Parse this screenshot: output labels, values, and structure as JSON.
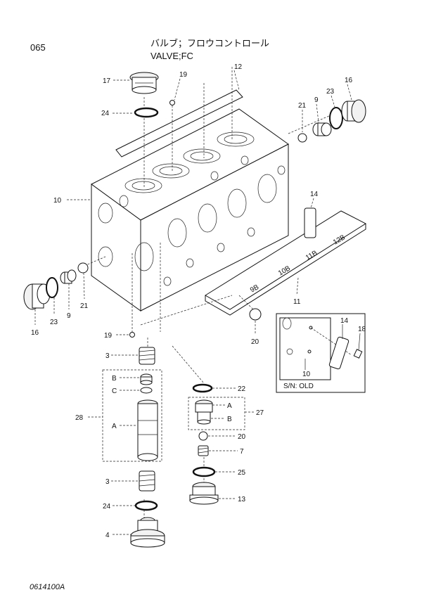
{
  "header": {
    "page_code": "065",
    "title_jp": "バルブ；フロウコントロール",
    "title_en": "VALVE;FC"
  },
  "footer": {
    "drawing_no": "0614100A"
  },
  "inset": {
    "caption": "S/N: OLD"
  },
  "labels": {
    "p17": "17",
    "p19a": "19",
    "p12": "12",
    "p24a": "24",
    "p21a": "21",
    "p9a": "9",
    "p23a": "23",
    "p16a": "16",
    "p10": "10",
    "p14": "14",
    "p16b": "16",
    "p23b": "23",
    "p9b": "9",
    "p21b": "21",
    "p11": "11",
    "p20a": "20",
    "p19b": "19",
    "p3a": "3",
    "p28": "28",
    "pB1": "B",
    "pC": "C",
    "pA1": "A",
    "p3b": "3",
    "p24b": "24",
    "p4": "4",
    "p22": "22",
    "p27": "27",
    "pA2": "A",
    "pB2": "B",
    "p20b": "20",
    "p7": "7",
    "p25": "25",
    "p13": "13",
    "i14": "14",
    "i18": "18",
    "i10": "10",
    "port9B": "9B",
    "port10B": "10B",
    "port11B": "11B",
    "port12B": "12B"
  }
}
